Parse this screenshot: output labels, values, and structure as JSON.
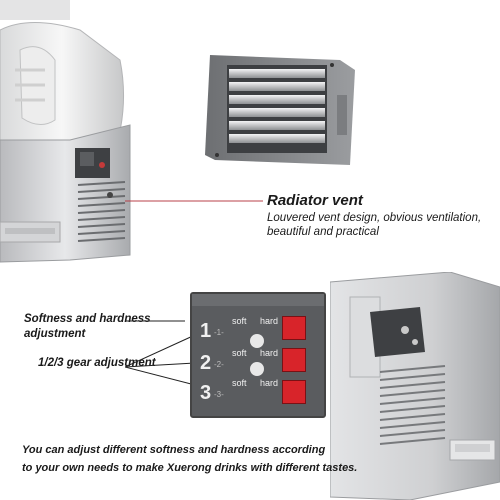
{
  "radiator": {
    "title": "Radiator vent",
    "desc_line1": "Louvered vent design, obvious ventilation,",
    "desc_line2": "beautiful and practical"
  },
  "adjust": {
    "softness_line1": "Softness and hardness",
    "softness_line2": "adjustment",
    "gear": "1/2/3 gear adjustment"
  },
  "panel": {
    "rows": [
      {
        "num": "1",
        "sub": "-1-",
        "soft": "soft",
        "hard": "hard"
      },
      {
        "num": "2",
        "sub": "-2-",
        "soft": "soft",
        "hard": "hard"
      },
      {
        "num": "3",
        "sub": "-3-",
        "soft": "soft",
        "hard": "hard"
      }
    ]
  },
  "caption": {
    "line1": "You can adjust different softness and hardness according",
    "line2": "to your own needs to make Xuerong drinks with different tastes."
  },
  "colors": {
    "steel": "#c8c9cb",
    "panel": "#5a5c5f",
    "switch_red": "#d8242a",
    "line": "#b8414a"
  }
}
